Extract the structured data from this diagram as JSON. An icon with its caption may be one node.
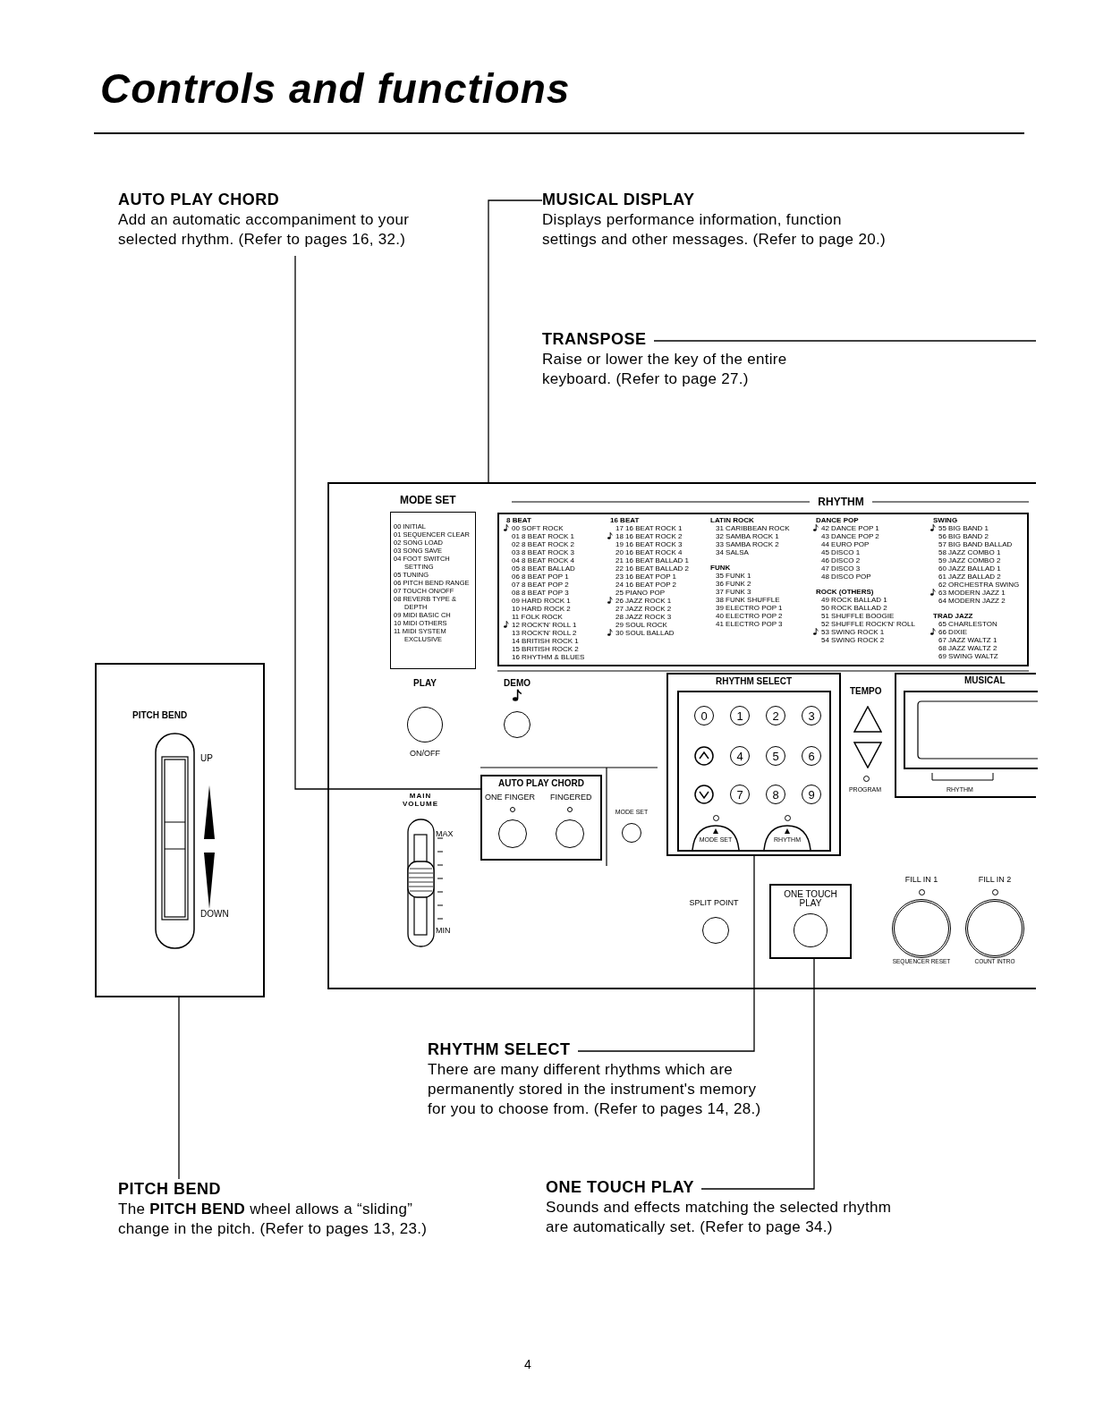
{
  "diagram": {
    "title": "Controls and functions",
    "nodes": [
      {
        "text": [
          "AUTO PLAY CHORD",
          "Add an automatic accompaniment to your selected rhythm. (Refer to pages 16, 32.)"
        ]
      },
      {
        "text": [
          "MUSICAL DISPLAY",
          "Displays performance information, function settings and other messages. (Refer to page 20.)"
        ]
      },
      {
        "text": [
          "TRANSPOSE",
          "Raise or lower the key of the entire keyboard. (Refer to page 27.)"
        ]
      },
      {
        "text": [
          "RHYTHM SELECT",
          "There are many different rhythms which are permanently stored in the instrument's memory for you to choose from. (Refer to pages 14, 28.)"
        ]
      },
      {
        "text": [
          "PITCH BEND",
          "The **PITCH BEND** wheel allows a “sliding” change in the pitch. (Refer to pages 13, 23.)"
        ]
      },
      {
        "text": [
          "ONE TOUCH PLAY",
          "Sounds and effects matching the selected rhythm are automatically set. (Refer to page 34.)"
        ]
      },
      {
        "text": [
          "PITCH BEND",
          "UP",
          "DOWN"
        ]
      },
      {
        "text": [
          "AUTO PLAY CHORD",
          "ONE FINGER",
          "FINGERED"
        ]
      },
      {
        "text": [
          "MUSICAL",
          "RHYTHM"
        ]
      },
      {
        "text": [
          "RHYTHM SELECT"
        ]
      },
      {
        "text": [
          "ONE TOUCH PLAY"
        ]
      }
    ],
    "edges": [
      {
        "from": 0,
        "to": 7,
        "arrow": "none"
      },
      {
        "from": 1,
        "to": null,
        "arrow": "none"
      },
      {
        "from": 2,
        "to": null,
        "arrow": "none"
      },
      {
        "from": 3,
        "to": 9,
        "arrow": "none"
      },
      {
        "from": 4,
        "to": 6,
        "arrow": "none"
      },
      {
        "from": 5,
        "to": 10,
        "arrow": "none"
      }
    ],
    "labels": [
      "MODE SET",
      "00 INITIAL",
      "01 SEQUENCER CLEAR",
      "02 SONG LOAD",
      "03 SONG SAVE",
      "04 FOOT SWITCH SETTING",
      "05 TUNING",
      "06 PITCH BEND RANGE",
      "07 TOUCH ON/OFF",
      "08 REVERB TYPE & DEPTH",
      "09 MIDI BASIC CH",
      "10 MIDI OTHERS",
      "11 MIDI SYSTEM EXCLUSIVE",
      "RHYTHM",
      "8 BEAT",
      "00 SOFT ROCK",
      "01 8 BEAT ROCK 1",
      "02 8 BEAT ROCK 2",
      "03 8 BEAT ROCK 3",
      "04 8 BEAT ROCK 4",
      "05 8 BEAT BALLAD",
      "06 8 BEAT POP 1",
      "07 8 BEAT POP 2",
      "08 8 BEAT POP 3",
      "09 HARD ROCK 1",
      "10 HARD ROCK 2",
      "11 FOLK ROCK",
      "12 ROCK'N' ROLL 1",
      "13 ROCK'N' ROLL 2",
      "14 BRITISH ROCK 1",
      "15 BRITISH ROCK 2",
      "16 RHYTHM & BLUES",
      "16 BEAT",
      "17 16 BEAT ROCK 1",
      "18 16 BEAT ROCK 2",
      "19 16 BEAT ROCK 3",
      "20 16 BEAT ROCK 4",
      "21 16 BEAT BALLAD 1",
      "22 16 BEAT BALLAD 2",
      "23 16 BEAT POP 1",
      "24 16 BEAT POP 2",
      "25 PIANO POP",
      "26 JAZZ ROCK 1",
      "27 JAZZ ROCK 2",
      "28 JAZZ ROCK 3",
      "29 SOUL ROCK",
      "30 SOUL BALLAD",
      "LATIN ROCK",
      "31 CARIBBEAN ROCK",
      "32 SAMBA ROCK 1",
      "33 SAMBA ROCK 2",
      "34 SALSA",
      "FUNK",
      "35 FUNK 1",
      "36 FUNK 2",
      "37 FUNK 3",
      "38 FUNK SHUFFLE",
      "39 ELECTRO POP 1",
      "40 ELECTRO POP 2",
      "41 ELECTRO POP 3",
      "DANCE POP",
      "42 DANCE POP 1",
      "43 DANCE POP 2",
      "44 EURO POP",
      "45 DISCO 1",
      "46 DISCO 2",
      "47 DISCO 3",
      "48 DISCO POP",
      "ROCK (OTHERS)",
      "49 ROCK BALLAD 1",
      "50 ROCK BALLAD 2",
      "51 SHUFFLE BOOGIE",
      "52 SHUFFLE ROCK'N' ROLL",
      "53 SWING ROCK 1",
      "54 SWING ROCK 2",
      "SWING",
      "55 BIG BAND 1",
      "56 BIG BAND 2",
      "57 BIG BAND BALLAD",
      "58 JAZZ COMBO 1",
      "59 JAZZ COMBO 2",
      "60 JAZZ BALLAD 1",
      "61 JAZZ BALLAD 2",
      "62 ORCHESTRA SWING",
      "63 MODERN JAZZ 1",
      "64 MODERN JAZZ 2",
      "TRAD JAZZ",
      "65 CHARLESTON",
      "66 DIXIE",
      "67 JAZZ WALTZ 1",
      "68 JAZZ WALTZ 2",
      "69 SWING WALTZ",
      "PLAY",
      "ON/OFF",
      "DEMO",
      "MAIN VOLUME",
      "MAX",
      "MIN",
      "MODE SET",
      "0",
      "1",
      "2",
      "3",
      "4",
      "5",
      "6",
      "7",
      "8",
      "9",
      "MODE SET",
      "RHYTHM",
      "TEMPO",
      "PROGRAM",
      "SPLIT POINT",
      "FILL IN 1",
      "FILL IN 2",
      "SEQUENCER RESET",
      "COUNT INTRO",
      "4"
    ]
  }
}
